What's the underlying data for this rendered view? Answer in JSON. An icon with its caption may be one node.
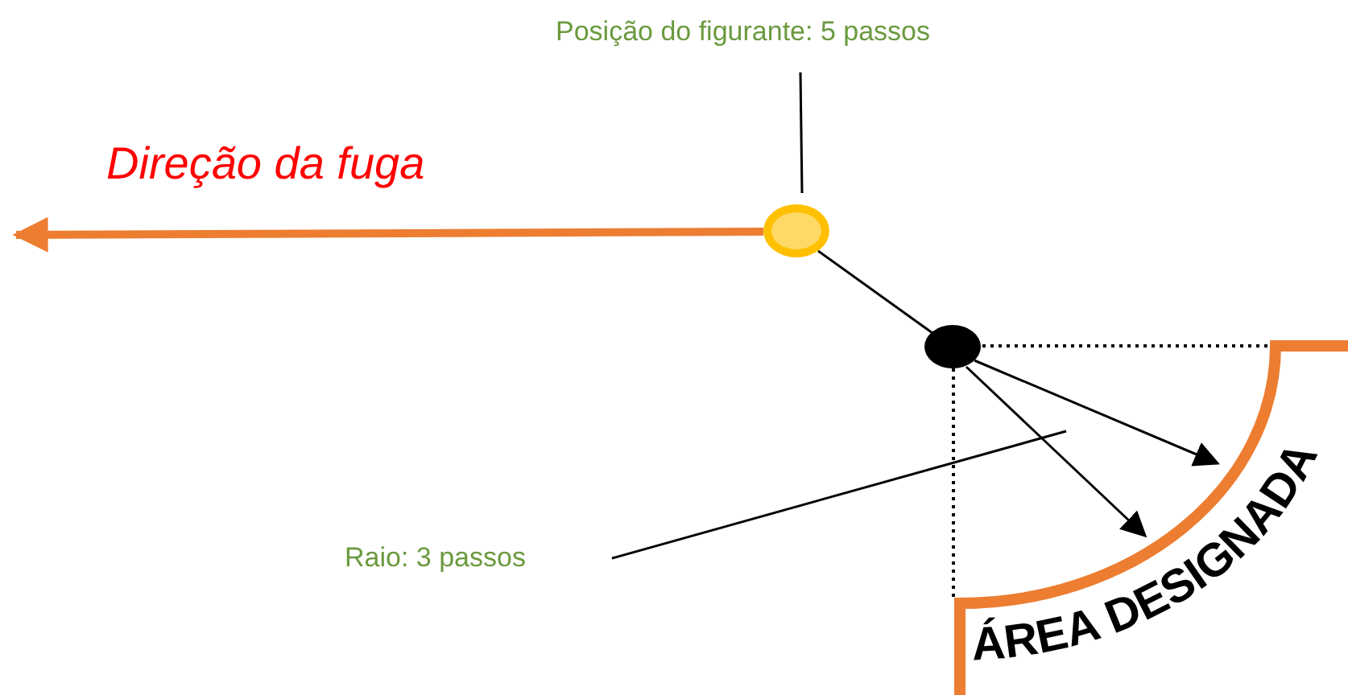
{
  "diagram": {
    "nodes": [
      {
        "text": [
          "Posição do figurante: 5 passos"
        ]
      },
      {
        "text": [],
        "shape": "circle"
      },
      {
        "text": [],
        "shape": "circle"
      },
      {
        "text": [
          "Raio: 3 passos"
        ]
      },
      {
        "text": [
          "ÁREA DESIGNADA"
        ]
      }
    ],
    "edges": [
      {
        "from": 1,
        "to": null,
        "arrow": "to",
        "label": "Direção da fuga",
        "style": "thick",
        "color": "#ed7d31"
      },
      {
        "from": 0,
        "to": 1,
        "arrow": "none"
      },
      {
        "from": 1,
        "to": 2,
        "arrow": "none"
      },
      {
        "from": 2,
        "to": 4,
        "arrow": "to"
      },
      {
        "from": 2,
        "to": 4,
        "arrow": "to"
      },
      {
        "from": 3,
        "to": 4,
        "arrow": "none"
      },
      {
        "from": 2,
        "to": 4,
        "arrow": "none",
        "style": "dashed"
      },
      {
        "from": 2,
        "to": 4,
        "arrow": "none",
        "style": "dashed"
      }
    ]
  }
}
